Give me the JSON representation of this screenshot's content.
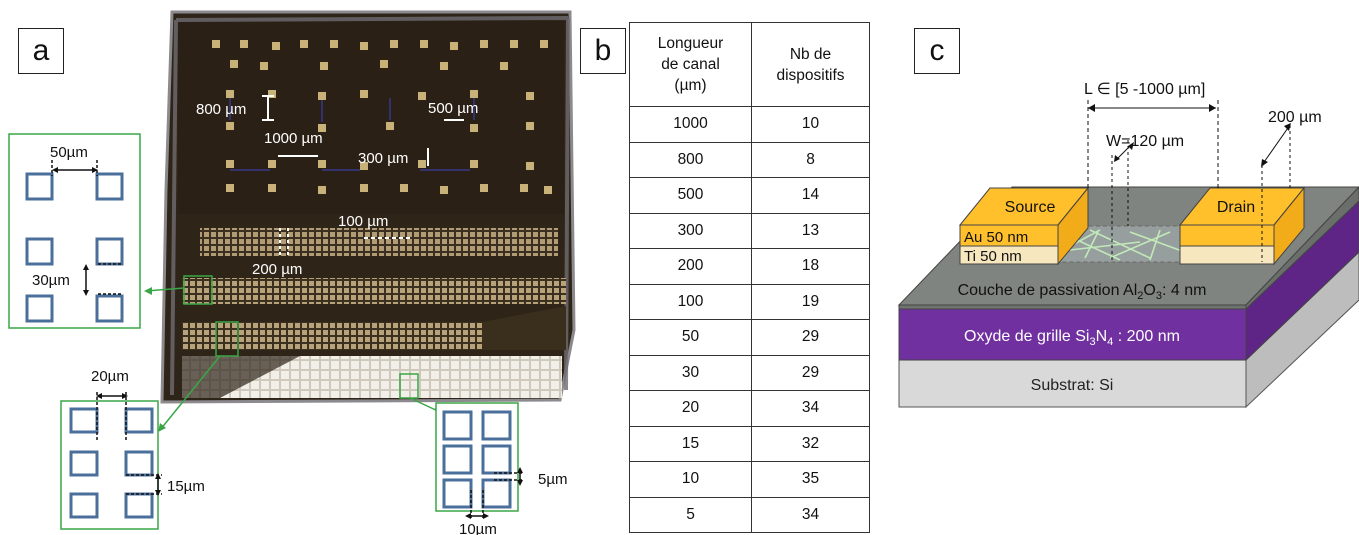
{
  "panels": {
    "a": "a",
    "b": "b",
    "c": "c"
  },
  "panel_a": {
    "labels": {
      "s800": "800 µm",
      "s1000": "1000 µm",
      "s500": "500 µm",
      "s300": "300 µm",
      "s100": "100 µm",
      "s200": "200 µm"
    },
    "insets": {
      "inset50": {
        "spacing": "50µm",
        "gap": "30µm"
      },
      "inset20": {
        "spacing": "20µm",
        "gap": "15µm"
      },
      "inset10": {
        "spacing": "10µm",
        "gap": "5µm"
      }
    },
    "colors": {
      "inset_border": "#3aa646",
      "square": "#4a6f9a",
      "arrow": "#3aa646"
    }
  },
  "panel_b": {
    "headers": [
      "Longueur de canal (µm)",
      "Nb de dispositifs"
    ],
    "header_lines": {
      "col1": [
        "Longueur",
        "de canal",
        "(µm)"
      ],
      "col2": [
        "Nb de",
        "dispositifs"
      ]
    },
    "rows": [
      [
        "1000",
        "10"
      ],
      [
        "800",
        "8"
      ],
      [
        "500",
        "14"
      ],
      [
        "300",
        "13"
      ],
      [
        "200",
        "18"
      ],
      [
        "100",
        "19"
      ],
      [
        "50",
        "29"
      ],
      [
        "30",
        "29"
      ],
      [
        "20",
        "34"
      ],
      [
        "15",
        "32"
      ],
      [
        "10",
        "35"
      ],
      [
        "5",
        "34"
      ]
    ]
  },
  "panel_c": {
    "length_label": "L ∈ [5 -1000 µm]",
    "width_label": "W=120 µm",
    "contact_label": "200 µm",
    "source": "Source",
    "drain": "Drain",
    "au": "Au 50 nm",
    "ti": "Ti 50 nm",
    "passivation": {
      "prefix": "Couche de passivation Al",
      "s1": "2",
      "mid": "O",
      "s2": "3",
      "suffix": ": 4 nm"
    },
    "oxide": {
      "prefix": "Oxyde de grille Si",
      "s1": "3",
      "mid": "N",
      "s2": "4",
      "suffix": " : 200 nm"
    },
    "substrate": "Substrat: Si",
    "colors": {
      "gold_top": "#ffc02b",
      "gold_side": "#f2ac1a",
      "ti": "#f7e7bf",
      "passivation": "#7f8480",
      "oxide_front": "#7030a0",
      "oxide_side": "#5e2586",
      "substrate_front": "#d9d9d9",
      "substrate_side": "#bdbdbd",
      "nanowire": "#c9f3c0"
    }
  }
}
